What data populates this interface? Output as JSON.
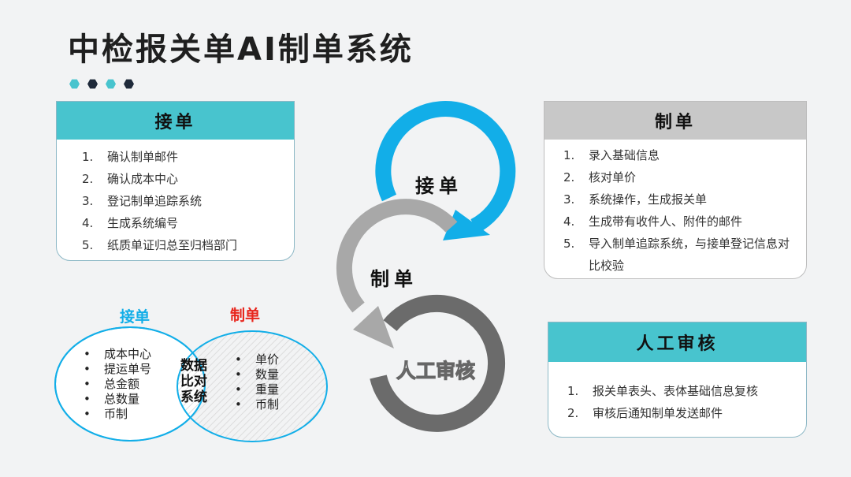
{
  "title": "中检报关单AI制单系统",
  "colors": {
    "teal": "#48c4ce",
    "blue": "#12aee8",
    "gray_light": "#a8a8a8",
    "gray_dark": "#6b6b6b",
    "navy": "#1f2a3a",
    "red": "#e8261d"
  },
  "receive_card": {
    "header": "接单",
    "items": [
      {
        "num": "1.",
        "text": "确认制单邮件"
      },
      {
        "num": "2.",
        "text": "确认成本中心"
      },
      {
        "num": "3.",
        "text": "登记制单追踪系统"
      },
      {
        "num": "4.",
        "text": "生成系统编号"
      },
      {
        "num": "5.",
        "text": "纸质单证归总至归档部门"
      }
    ]
  },
  "make_card": {
    "header": "制单",
    "items": [
      {
        "num": "1.",
        "text": "录入基础信息"
      },
      {
        "num": "2.",
        "text": "核对单价"
      },
      {
        "num": "3.",
        "text": "系统操作，生成报关单"
      },
      {
        "num": "4.",
        "text": "生成带有收件人、附件的邮件"
      },
      {
        "num": "5.",
        "text": "导入制单追踪系统，与接单登记信息对"
      },
      {
        "num": "",
        "text": "比校验"
      }
    ]
  },
  "review_card": {
    "header": "人工审核",
    "items": [
      {
        "num": "1.",
        "text": "报关单表头、表体基础信息复核"
      },
      {
        "num": "2.",
        "text": "审核后通知制单发送邮件"
      }
    ]
  },
  "cycle": {
    "step1": "接单",
    "step2": "制单",
    "step3": "人工审核"
  },
  "venn": {
    "left_title": "接单",
    "right_title": "制单",
    "center": [
      "数据",
      "比对",
      "系统"
    ],
    "left_items": [
      "成本中心",
      "提运单号",
      "总金额",
      "总数量",
      "币制"
    ],
    "right_items": [
      "单价",
      "数量",
      "重量",
      "币制"
    ]
  }
}
